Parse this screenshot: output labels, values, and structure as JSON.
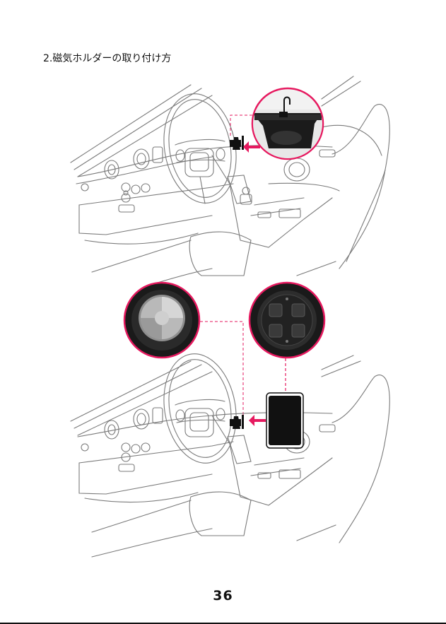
{
  "section_heading": "2.磁気ホルダーの取り付け方",
  "page_number": "36",
  "colors": {
    "accent": "#e6195f",
    "line": "#777777",
    "device": "#111111"
  },
  "figures": [
    {
      "name": "car-interior-vent-mount",
      "callout": "vent-clip-closeup"
    },
    {
      "name": "car-interior-phone-attached",
      "callouts": [
        "metal-plate-closeup",
        "holder-back-closeup"
      ]
    }
  ]
}
